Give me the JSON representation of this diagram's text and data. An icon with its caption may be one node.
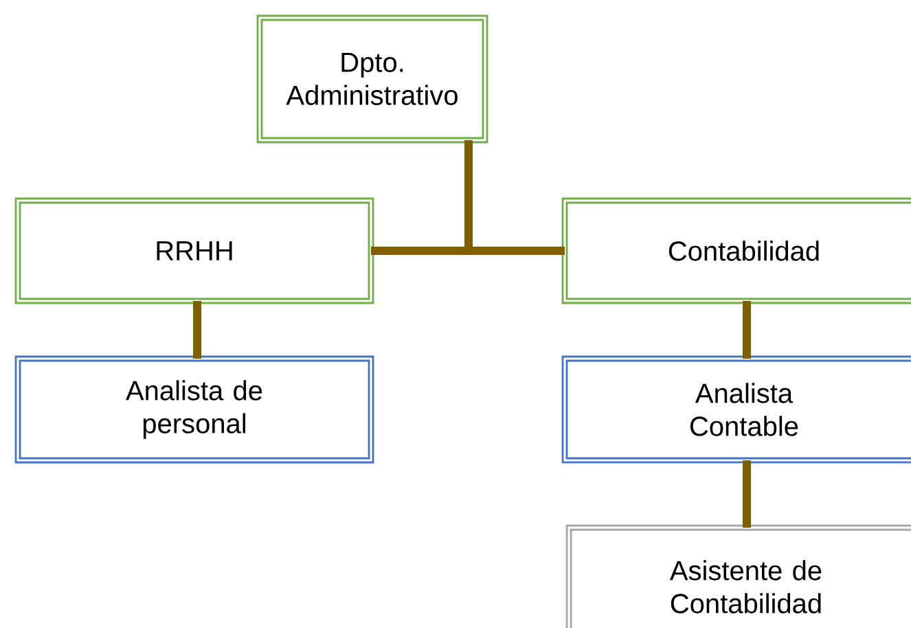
{
  "diagram": {
    "nodes": [
      {
        "text": [
          "Dpto. Administrativo"
        ]
      },
      {
        "text": [
          "RRHH"
        ]
      },
      {
        "text": [
          "Contabilidad"
        ]
      },
      {
        "text": [
          "Analista de personal"
        ]
      },
      {
        "text": [
          "Analista Contable"
        ]
      },
      {
        "text": [
          "Asistente de Contabilidad"
        ]
      }
    ],
    "edges": [
      {
        "from": 0,
        "to": 1,
        "arrow": "none"
      },
      {
        "from": 0,
        "to": 2,
        "arrow": "none"
      },
      {
        "from": 1,
        "to": 3,
        "arrow": "none"
      },
      {
        "from": 2,
        "to": 4,
        "arrow": "none"
      },
      {
        "from": 4,
        "to": 5,
        "arrow": "none"
      }
    ]
  }
}
